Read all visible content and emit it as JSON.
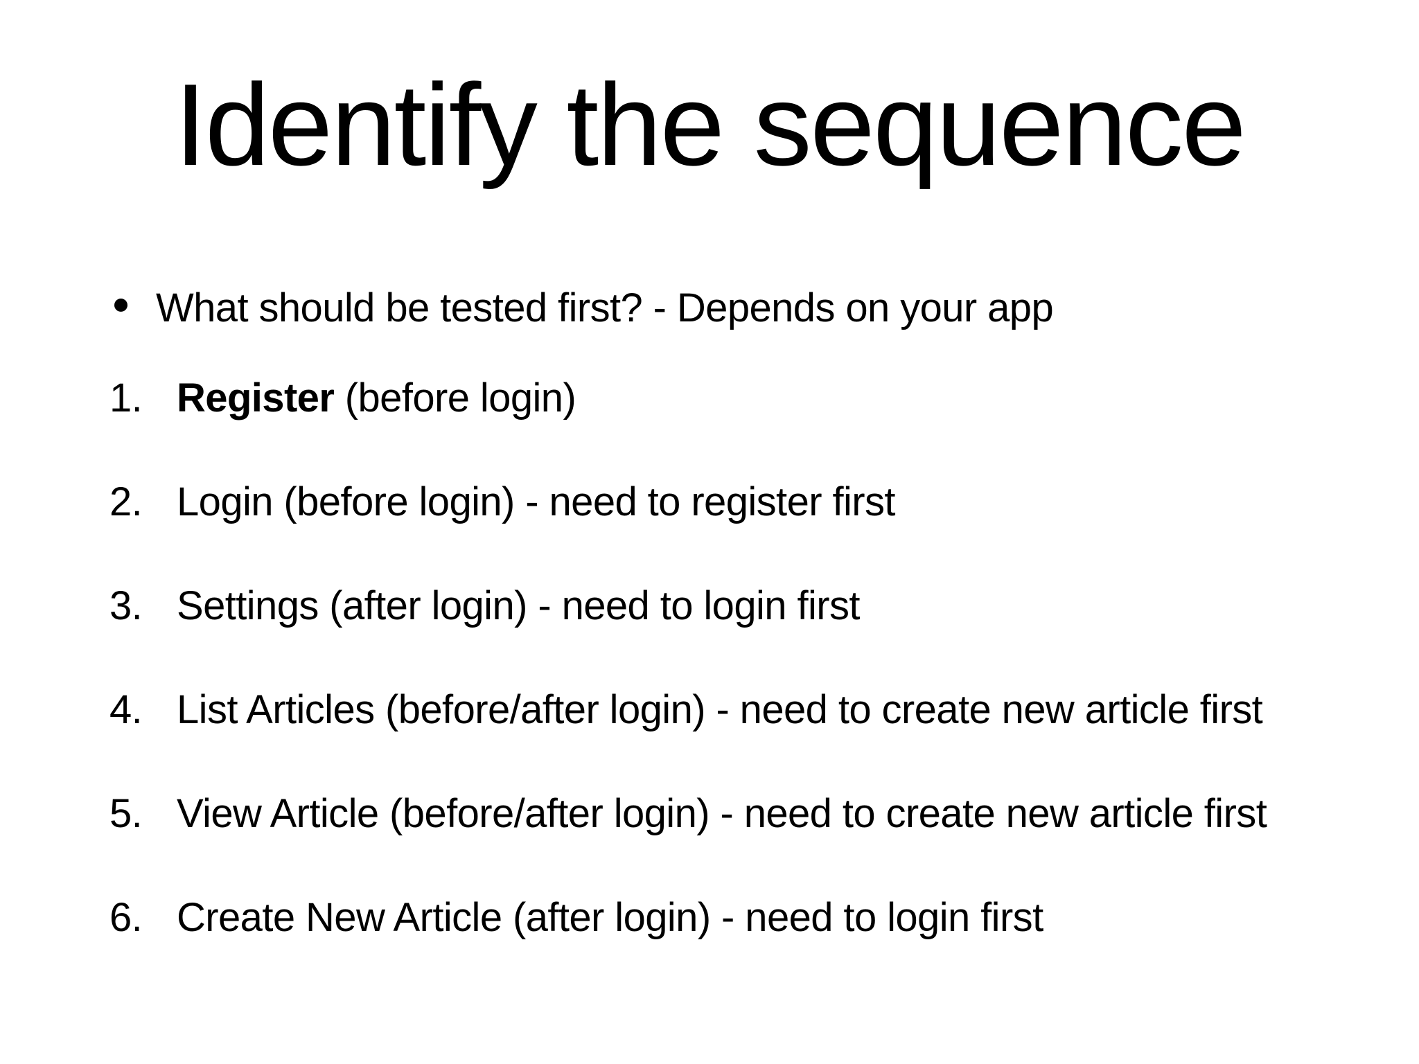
{
  "slide": {
    "title": "Identify the sequence",
    "background_color": "#ffffff",
    "text_color": "#000000",
    "bullet": {
      "marker": "•",
      "text": "What should be tested first? - Depends on your app"
    },
    "numbered_items": [
      {
        "marker": "1.",
        "emphasis": "Register",
        "text": " (before login)",
        "full_text": "Register (before login)"
      },
      {
        "marker": "2.",
        "emphasis": "",
        "text": "Login (before login) - need to register first",
        "full_text": "Login (before login) - need to register first"
      },
      {
        "marker": "3.",
        "emphasis": "",
        "text": "Settings (after login) - need to login first",
        "full_text": "Settings (after login) - need to login first"
      },
      {
        "marker": "4.",
        "emphasis": "",
        "text": "List Articles (before/after login) - need to create new article first",
        "full_text": "List Articles (before/after login) - need to create new article first"
      },
      {
        "marker": "5.",
        "emphasis": "",
        "text": "View Article (before/after login) - need to create new article first",
        "full_text": "View Article (before/after login) - need to create new article first"
      },
      {
        "marker": "6.",
        "emphasis": "",
        "text": "Create New Article (after login) - need to login first",
        "full_text": "Create New Article (after login) - need to login first"
      }
    ]
  }
}
